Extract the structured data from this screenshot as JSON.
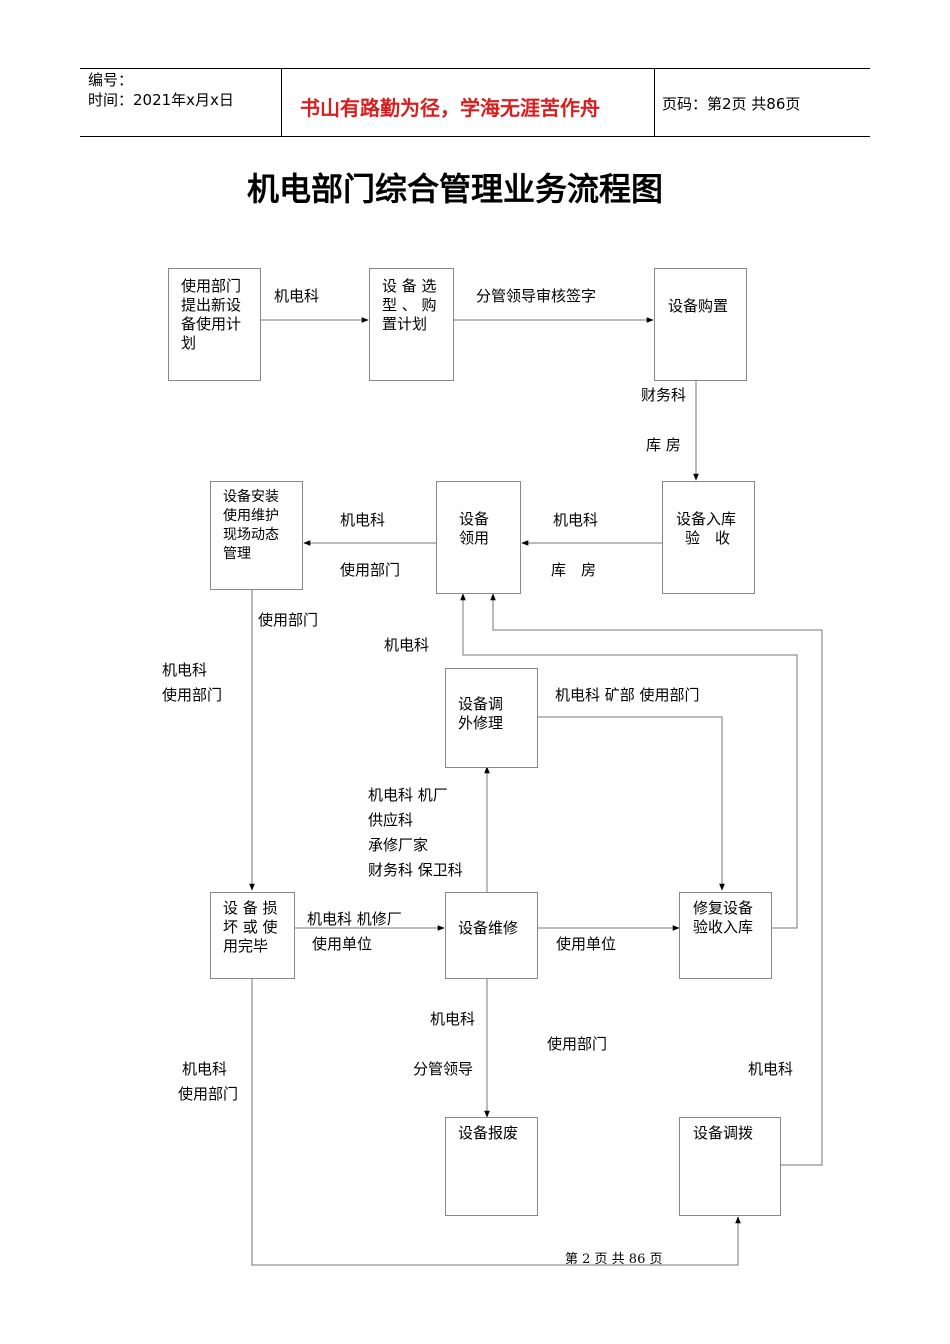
{
  "header": {
    "number_label": "编号：",
    "time_label": "时间：2021年x月x日",
    "motto": "书山有路勤为径，学海无涯苦作舟",
    "page_info": "页码：第2页  共86页"
  },
  "title": "机电部门综合管理业务流程图",
  "boxes": {
    "plan": [
      "使用部门",
      "提出新设",
      "备使用计",
      "划"
    ],
    "select": [
      "设 备 选",
      "型 、 购",
      "置计划"
    ],
    "purchase": [
      "设备购置"
    ],
    "storage": [
      "设备入库",
      "验　收"
    ],
    "receive": [
      "设备",
      "领用"
    ],
    "install": [
      "设备安装",
      "使用维护",
      "现场动态",
      "管理"
    ],
    "external_repair": [
      "设备调",
      "外修理"
    ],
    "damage": [
      "设 备 损",
      "坏 或 使",
      "用完毕"
    ],
    "repair": [
      "设备维修"
    ],
    "repair_accept": [
      "修复设备",
      "验收入库"
    ],
    "scrap": [
      "设备报废"
    ],
    "transfer": [
      "设备调拨"
    ]
  },
  "labels": {
    "l1": "机电科",
    "l2": "分管领导审核签字",
    "l3": "财务科",
    "l4": "库 房",
    "l5": "机电科",
    "l6": "库　房",
    "l7": "机电科",
    "l8": "使用部门",
    "l9": "使用部门",
    "l10": "机电科",
    "l11": "机电科",
    "l12": "使用部门",
    "l13": "机电科  矿部  使用部门",
    "l14": "机电科  机厂",
    "l15": "供应科",
    "l16": "承修厂家",
    "l17": "财务科  保卫科",
    "l18": "机电科  机修厂",
    "l19": "使用单位",
    "l20": "使用单位",
    "l21": "机电科",
    "l22": "使用部门",
    "l23": "分管领导",
    "l24": "机电科",
    "l25": "机电科",
    "l26": "使用部门"
  },
  "footer": "第 2 页 共 86 页"
}
